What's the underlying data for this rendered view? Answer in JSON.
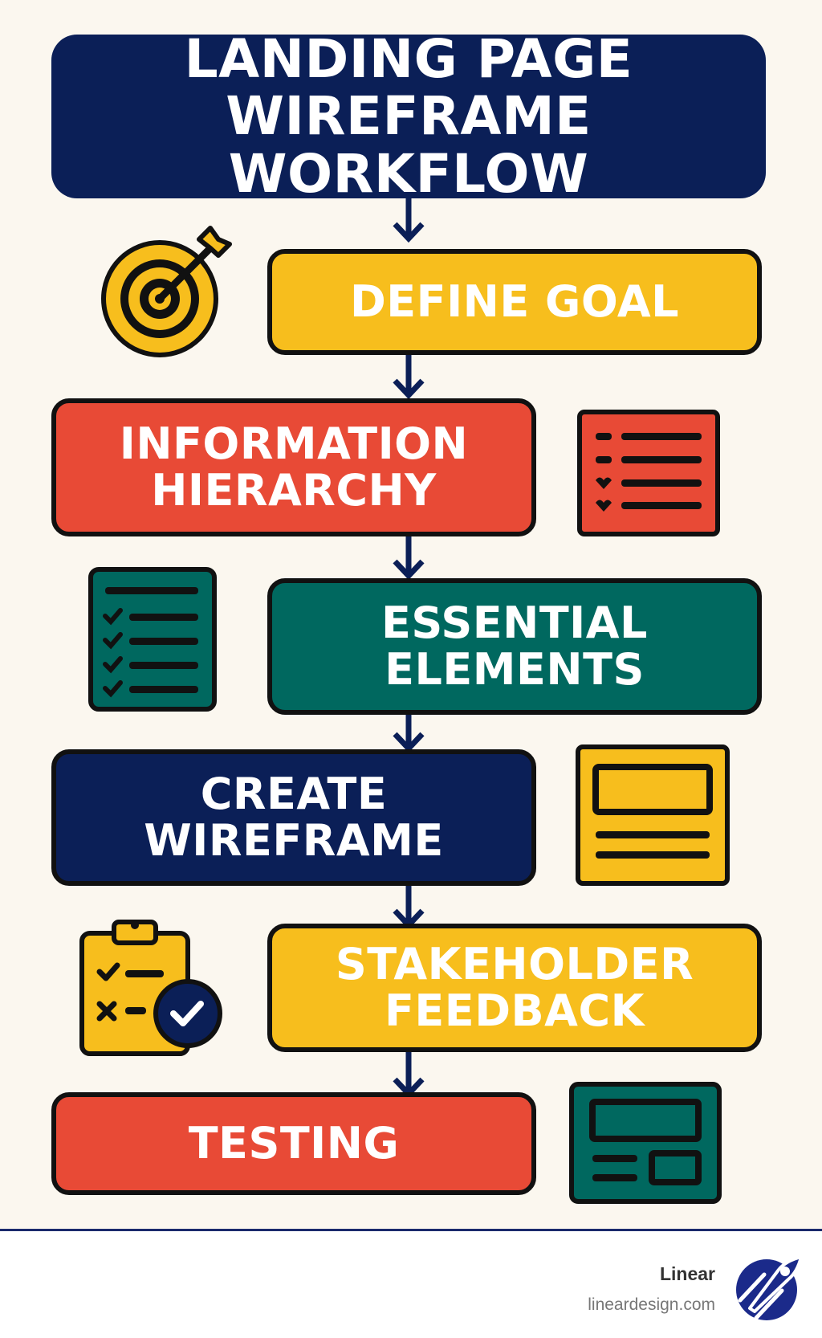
{
  "title": {
    "line1": "LANDING PAGE",
    "line2": "WIREFRAME WORKFLOW"
  },
  "steps": [
    {
      "lines": [
        "DEFINE GOAL"
      ],
      "color": "#f7be1d",
      "icon": "target-icon"
    },
    {
      "lines": [
        "INFORMATION",
        "HIERARCHY"
      ],
      "color": "#e84a36",
      "icon": "list-document-icon"
    },
    {
      "lines": [
        "ESSENTIAL",
        "ELEMENTS"
      ],
      "color": "#00685f",
      "icon": "checklist-icon"
    },
    {
      "lines": [
        "CREATE",
        "WIREFRAME"
      ],
      "color": "#0b1f57",
      "icon": "wireframe-layout-icon"
    },
    {
      "lines": [
        "STAKEHOLDER",
        "FEEDBACK"
      ],
      "color": "#f7be1d",
      "icon": "clipboard-approval-icon"
    },
    {
      "lines": [
        "TESTING"
      ],
      "color": "#e84a36",
      "icon": "browser-layout-icon"
    }
  ],
  "footer": {
    "brand": "Linear",
    "url": "lineardesign.com",
    "logo_icon": "rocket-logo-icon",
    "border_color": "#1a2a6c"
  },
  "colors": {
    "background": "#fbf7ef",
    "navy": "#0b1f57",
    "yellow": "#f7be1d",
    "red": "#e84a36",
    "teal": "#00685f",
    "outline": "#111111"
  }
}
